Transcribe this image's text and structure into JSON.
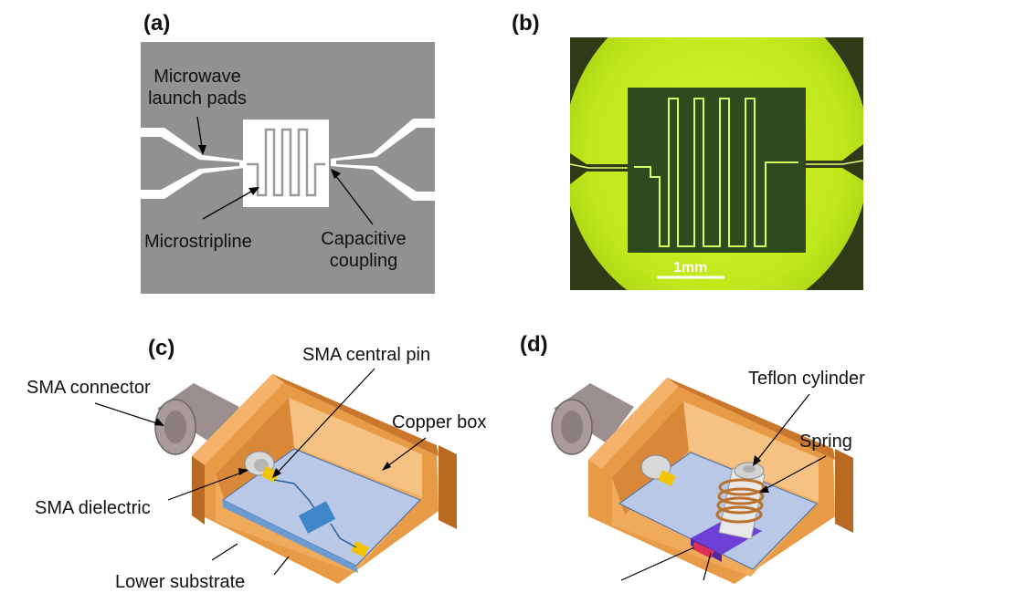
{
  "panels": {
    "a": {
      "label": "(a)",
      "annotations": {
        "launch_pads_line1": "Microwave",
        "launch_pads_line2": "launch pads",
        "microstripline": "Microstripline",
        "capacitive_line1": "Capacitive",
        "capacitive_line2": "coupling"
      }
    },
    "b": {
      "label": "(b)",
      "scale_bar": "1mm"
    },
    "c": {
      "label": "(c)",
      "annotations": {
        "sma_connector": "SMA connector",
        "sma_central_pin": "SMA central pin",
        "copper_box": "Copper box",
        "sma_dielectric": "SMA dielectric",
        "lower_substrate": "Lower substrate"
      }
    },
    "d": {
      "label": "(d)",
      "annotations": {
        "teflon_cylinder": "Teflon cylinder",
        "spring": "Spring"
      }
    }
  },
  "colors": {
    "panel_a_bg": "#8f9193",
    "panel_b_bg": "#2f3a17",
    "panel_b_glow": "#c8ef1e",
    "copper": "#e79b47",
    "copper_dark": "#b86a22",
    "substrate": "#b9c8e6",
    "chip": "#3f86c8",
    "teflon": "#e8e8ea",
    "spring": "#b8732e",
    "purple": "#6e3fd6"
  }
}
